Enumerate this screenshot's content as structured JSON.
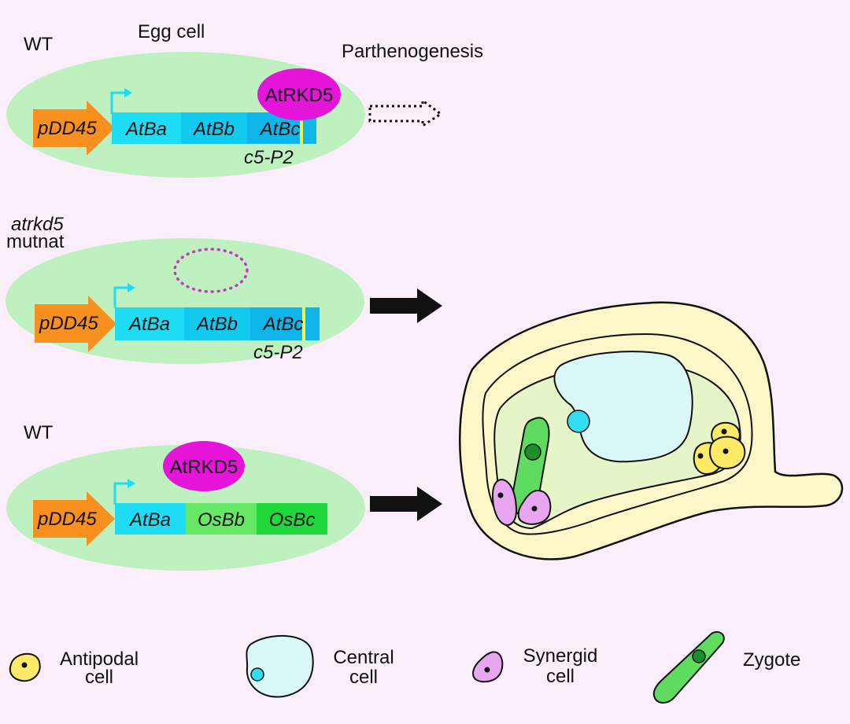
{
  "panel_top": {
    "genotype": "WT",
    "cell_label": "Egg cell",
    "outcome": "Parthenogenesis",
    "promoter": "pDD45",
    "segments": [
      "AtBa",
      "AtBb",
      "AtBc"
    ],
    "site": "c5-P2",
    "protein": "AtRKD5"
  },
  "panel_middle": {
    "genotype_line1": "atrkd5",
    "genotype_line2": "mutnat",
    "promoter": "pDD45",
    "segments": [
      "AtBa",
      "AtBb",
      "AtBc"
    ],
    "site": "c5-P2"
  },
  "panel_bottom": {
    "genotype": "WT",
    "promoter": "pDD45",
    "segments": [
      "AtBa",
      "OsBb",
      "OsBc"
    ],
    "protein": "AtRKD5"
  },
  "legend": {
    "antipodal_line1": "Antipodal",
    "antipodal_line2": "cell",
    "central_line1": "Central",
    "central_line2": "cell",
    "synergid_line1": "Synergid",
    "synergid_line2": "cell",
    "zygote": "Zygote"
  },
  "colors": {
    "background": "#fbeefb",
    "egg_cell": "#bff0bf",
    "promoter_arrow": "#f7901e",
    "protein": "#e414d8",
    "segment_atba": "#1fdcf5",
    "segment_atbb": "#12c9ee",
    "segment_atbc": "#0fb4e8",
    "segment_osbb": "#66e866",
    "segment_osbc": "#1ed83c",
    "ovule": "#fbf7c8",
    "embryo_sac": "#e6f5c8",
    "central_cell": "#d9f7f7",
    "antipodal": "#fdea66",
    "synergid": "#e7a6ef",
    "zygote": "#5fdc5f"
  }
}
